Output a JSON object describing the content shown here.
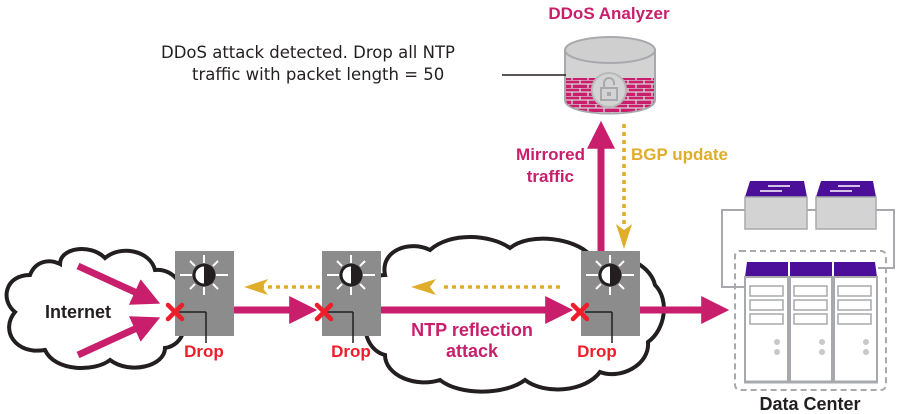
{
  "title": "DDoS Analyzer",
  "annotation": {
    "line1": "DDoS attack detected.  Drop all NTP",
    "line2": "traffic with packet length = 50"
  },
  "labels": {
    "internet": "Internet",
    "mirrored_line1": "Mirrored",
    "mirrored_line2": "traffic",
    "bgp_update": "BGP update",
    "ntp_line1": "NTP reflection",
    "ntp_line2": "attack",
    "data_center": "Data Center"
  },
  "routers": [
    {
      "id": "router-1",
      "drop_label": "Drop"
    },
    {
      "id": "router-2",
      "drop_label": "Drop"
    },
    {
      "id": "router-3",
      "drop_label": "Drop"
    }
  ],
  "colors": {
    "attack_traffic": "#c81e6b",
    "bgp_update": "#e0ad2a",
    "drop": "#ee1d2a",
    "router_body": "#8c8c8c",
    "switch_top": "#4b0f99",
    "server_body": "#ffffff",
    "server_frame": "#a7a9ac"
  },
  "icons": {
    "router": "router-icon",
    "lock": "lock-icon",
    "firewall": "firewall-brick-icon",
    "drop": "x-mark-icon",
    "switch": "switch-icon",
    "server": "server-icon",
    "cloud": "cloud-icon"
  }
}
